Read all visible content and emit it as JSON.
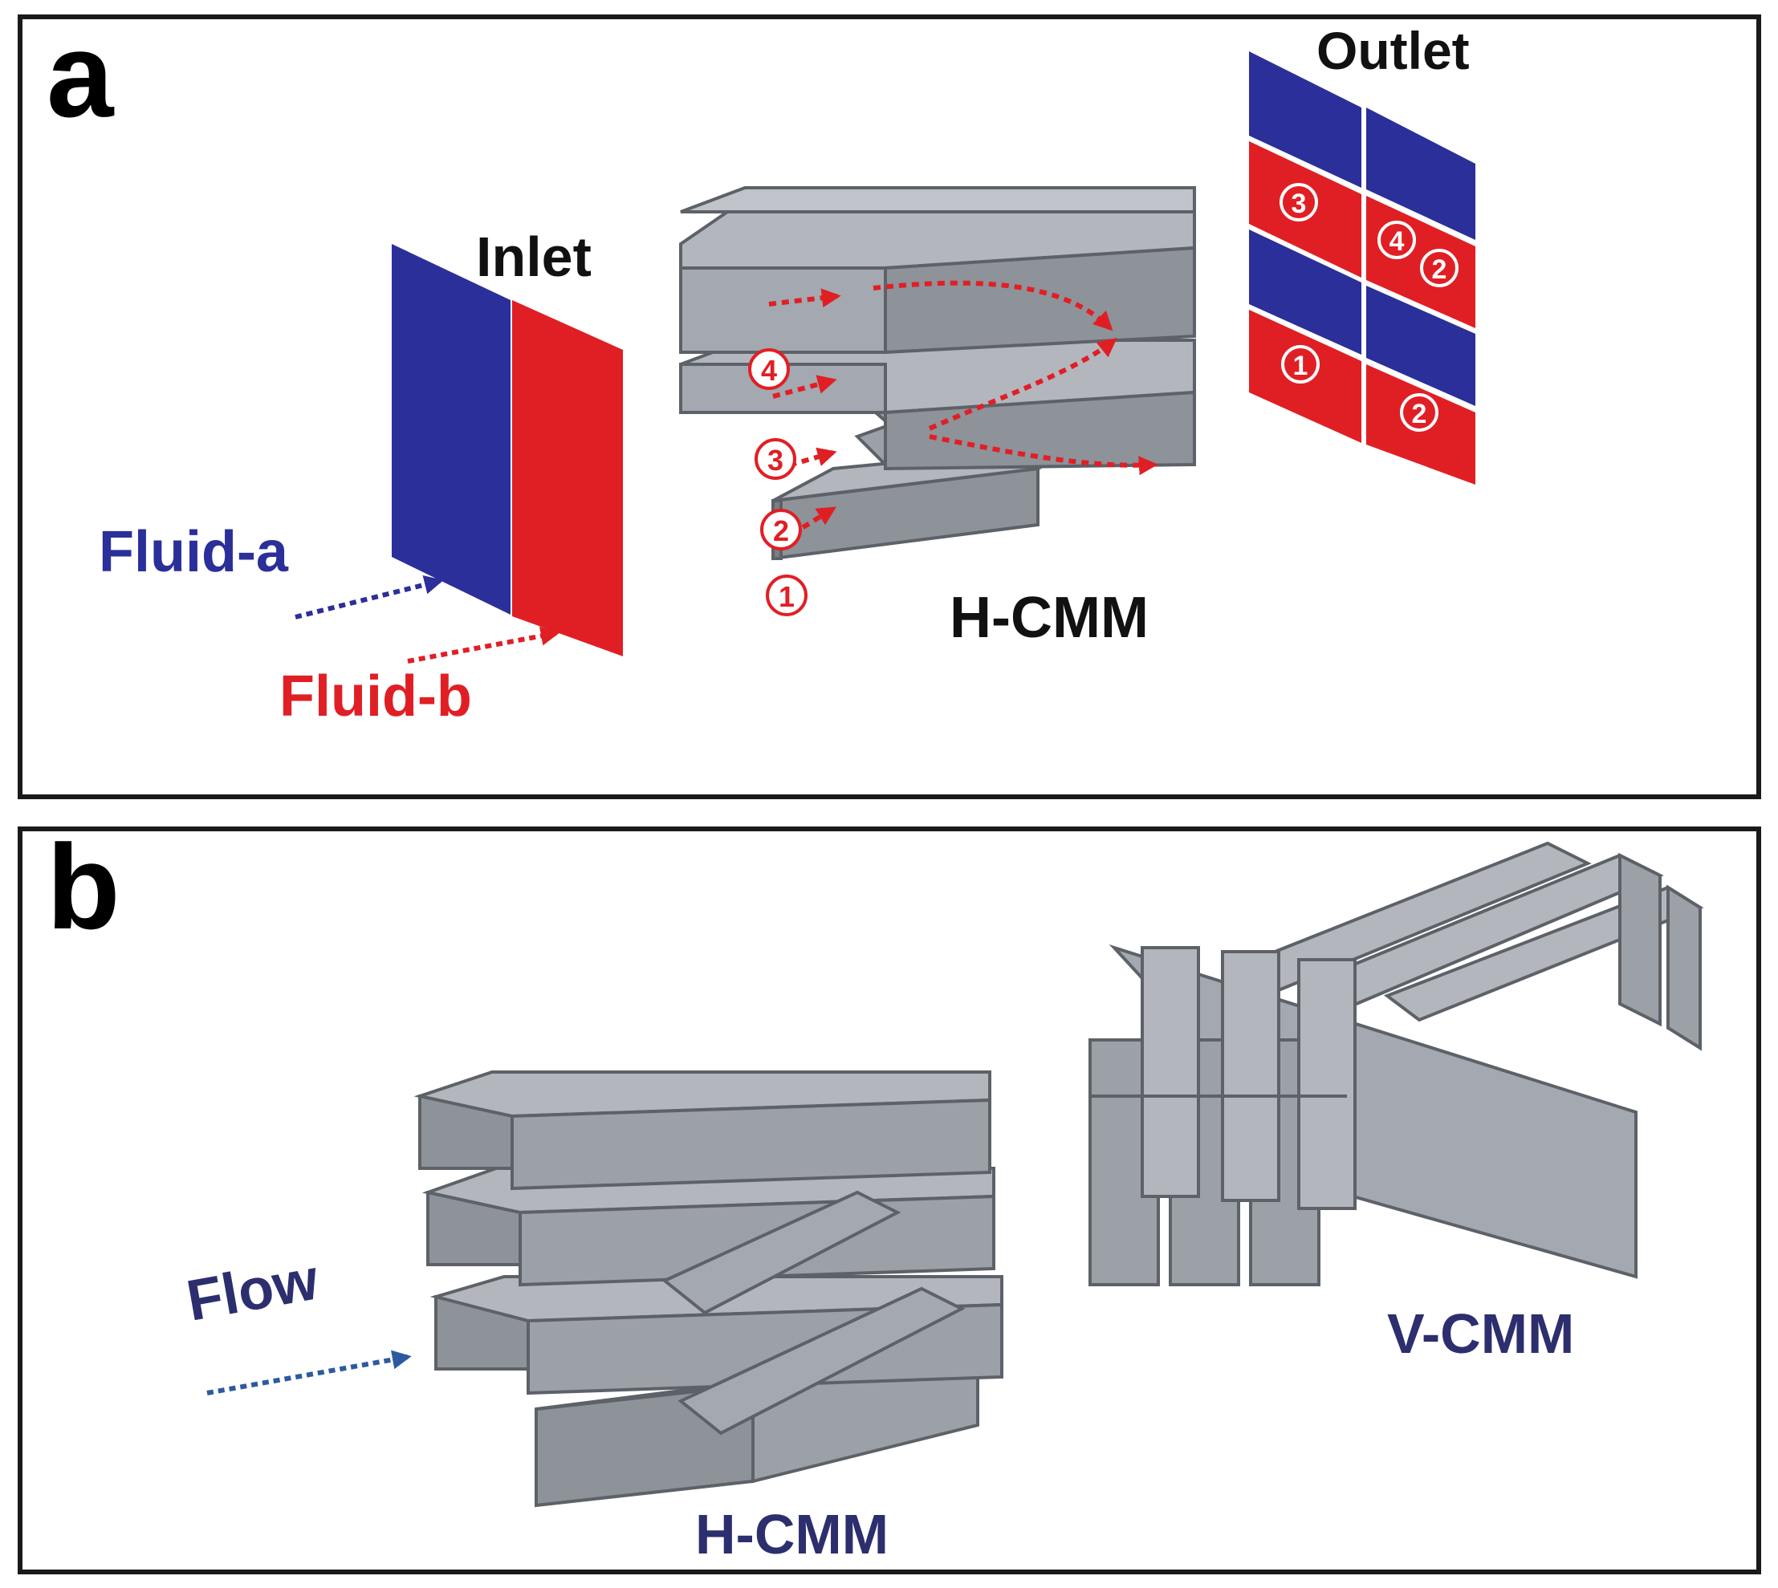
{
  "panel_a": {
    "letter": "a",
    "inlet_label": "Inlet",
    "outlet_label": "Outlet",
    "device_label": "H-CMM",
    "fluid_a_label": "Fluid-a",
    "fluid_b_label": "Fluid-b",
    "stream_markers": [
      "1",
      "2",
      "3",
      "4"
    ],
    "outlet_markers": [
      "3",
      "4",
      "2",
      "1",
      "2"
    ]
  },
  "panel_b": {
    "letter": "b",
    "flow_label": "Flow",
    "h_cmm_label": "H-CMM",
    "v_cmm_label": "V-CMM"
  },
  "colors": {
    "fluid_a": "#2b2f9a",
    "fluid_b": "#e01f25",
    "channel_fill": "#a4a8b0",
    "channel_stroke": "#5d6168",
    "label_navy": "#2c2e6e",
    "frame": "#1a1a1a"
  }
}
